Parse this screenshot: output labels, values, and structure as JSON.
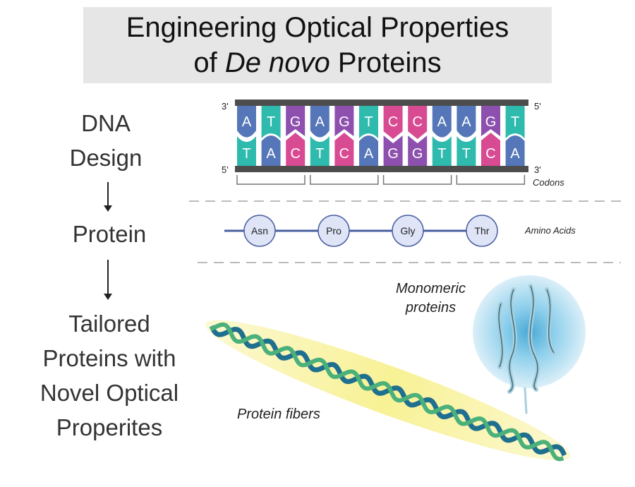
{
  "title": {
    "line1": "Engineering Optical Properties",
    "line2_pre": "of ",
    "line2_italic": "De novo",
    "line2_post": " Proteins"
  },
  "stages": [
    {
      "label_line1": "DNA",
      "label_line2": "Design"
    },
    {
      "label_line1": "Protein"
    },
    {
      "label_line1": "Tailored",
      "label_line2": "Proteins with",
      "label_line3": "Novel Optical",
      "label_line4": "Properites"
    }
  ],
  "dna": {
    "top_strand": [
      "A",
      "T",
      "G",
      "A",
      "G",
      "T",
      "C",
      "C",
      "A",
      "A",
      "G",
      "T"
    ],
    "bottom_strand": [
      "T",
      "A",
      "C",
      "T",
      "C",
      "A",
      "G",
      "G",
      "T",
      "T",
      "C",
      "A"
    ],
    "top_left_end": "3'",
    "top_right_end": "5'",
    "bottom_left_end": "5'",
    "bottom_right_end": "3'",
    "codons_label": "Codons",
    "base_colors": {
      "A": "#5577b9",
      "T": "#2fbaae",
      "G": "#8e50ae",
      "C": "#d84b93"
    }
  },
  "protein": {
    "amino_acids": [
      "Asn",
      "Pro",
      "Gly",
      "Thr"
    ],
    "label": "Amino Acids"
  },
  "outputs": {
    "monomeric_label_line1": "Monomeric",
    "monomeric_label_line2": "proteins",
    "fibers_label": "Protein fibers"
  }
}
